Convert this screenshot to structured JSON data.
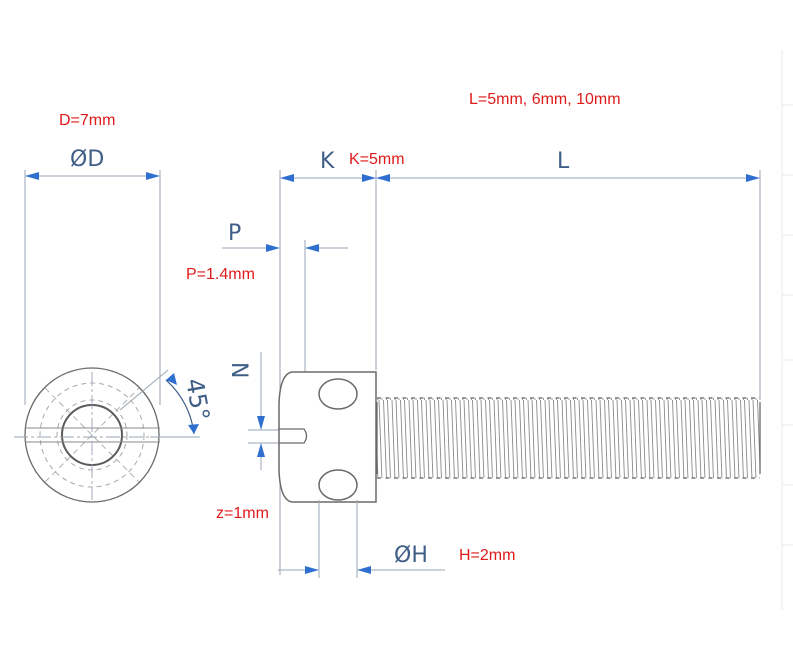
{
  "colors": {
    "dimension_blue": "#3f5f86",
    "line_gray": "#9aa6b4",
    "outline_dark": "#6a6a6a",
    "annotation_red": "#e01a1a"
  },
  "annotations": {
    "diameter": "D=7mm",
    "length": "L=5mm, 6mm, 10mm",
    "head_length": "K=5mm",
    "pitch": "P=1.4mm",
    "slot_depth": "z=1mm",
    "hole_diameter": "H=2mm"
  },
  "dimension_symbols": {
    "diameter_D": "ØD",
    "head_K": "K",
    "length_L": "L",
    "pitch_P": "P",
    "slot_N": "N",
    "hole_H": "ØH",
    "angle": "45°"
  }
}
